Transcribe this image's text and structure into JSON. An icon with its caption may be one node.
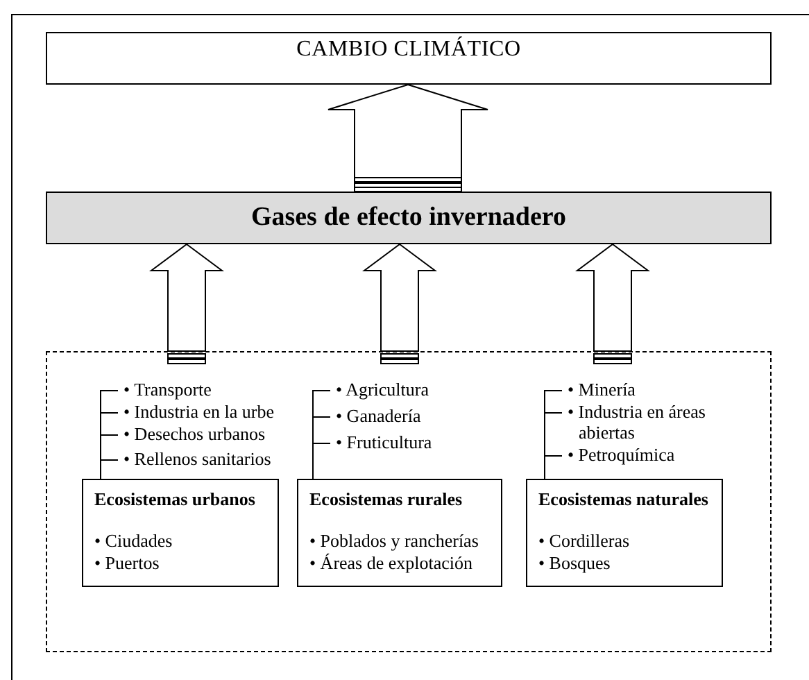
{
  "diagram": {
    "nodes": [
      {
        "text": [
          "CAMBIO CLIMÁTICO"
        ]
      },
      {
        "text": [
          "Gases de efecto invernadero"
        ]
      },
      {
        "text": [],
        "shape": "box"
      },
      {
        "text": [
          "Ecosistemas urbanos",
          "• Ciudades",
          "• Puertos"
        ],
        "in": 2,
        "beside": [
          "• Transporte",
          "• Industria en la urbe",
          "• Desechos urbanos",
          "• Rellenos sanitarios"
        ]
      },
      {
        "text": [
          "Ecosistemas rurales",
          "• Poblados y rancherías",
          "• Áreas de explotación"
        ],
        "in": 2,
        "beside": [
          "• Agricultura",
          "• Ganadería",
          "• Fruticultura"
        ]
      },
      {
        "text": [
          "Ecosistemas naturales",
          "• Cordilleras",
          "• Bosques"
        ],
        "in": 2,
        "beside": [
          "• Minería",
          "• Industria en áreas abiertas",
          "• Petroquímica"
        ]
      }
    ],
    "edges": [
      {
        "from": 1,
        "to": 0,
        "arrow": "to"
      },
      {
        "from": 2,
        "to": 1,
        "arrow": "to"
      },
      {
        "from": 2,
        "to": 1,
        "arrow": "to"
      },
      {
        "from": 2,
        "to": 1,
        "arrow": "to"
      }
    ]
  }
}
